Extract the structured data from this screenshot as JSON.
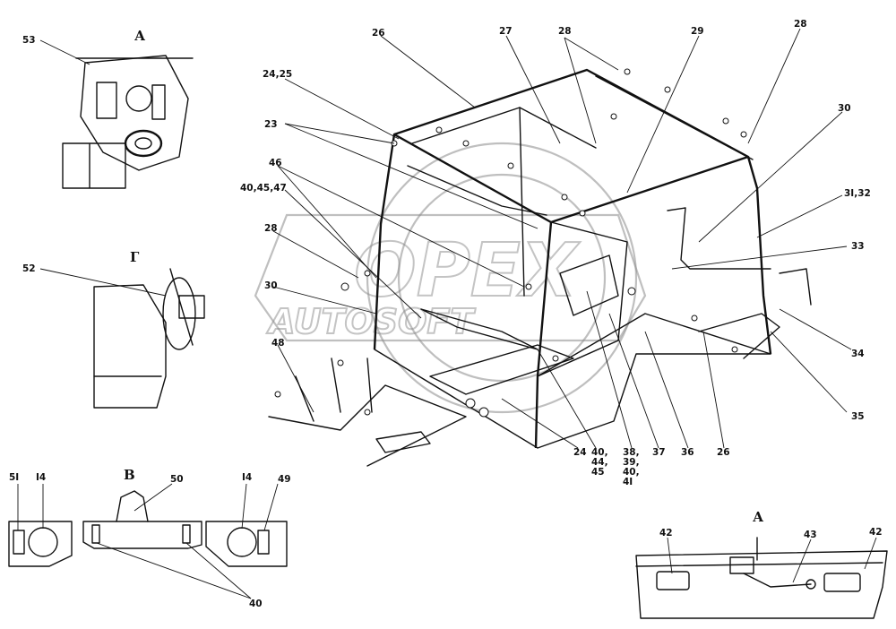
{
  "views": {
    "detail_a_top": "А",
    "detail_g": "Г",
    "detail_v": "В",
    "detail_a_bottom": "А"
  },
  "watermark": {
    "brand": "OPEX",
    "sub": "AUTOSOFT"
  },
  "labels": {
    "l53": "53",
    "l26": "26",
    "l27": "27",
    "l28a": "28",
    "l29": "29",
    "l28b": "28",
    "l2425": "24,25",
    "l23": "23",
    "l30a": "30",
    "l46": "46",
    "l404547": "40,45,47",
    "l3132": "3I,32",
    "l28c": "28",
    "l33": "33",
    "l30b": "30",
    "l48": "48",
    "l34": "34",
    "l35": "35",
    "l52": "52",
    "l24": "24",
    "l404445": "40,\n44,\n45",
    "l38": "38,\n39,\n40,\n4I",
    "l37": "37",
    "l36": "36",
    "l26b": "26",
    "l51": "5I",
    "l14a": "I4",
    "l50": "50",
    "l14b": "I4",
    "l49": "49",
    "l40": "40",
    "l42a": "42",
    "l43": "43",
    "l42b": "42"
  }
}
